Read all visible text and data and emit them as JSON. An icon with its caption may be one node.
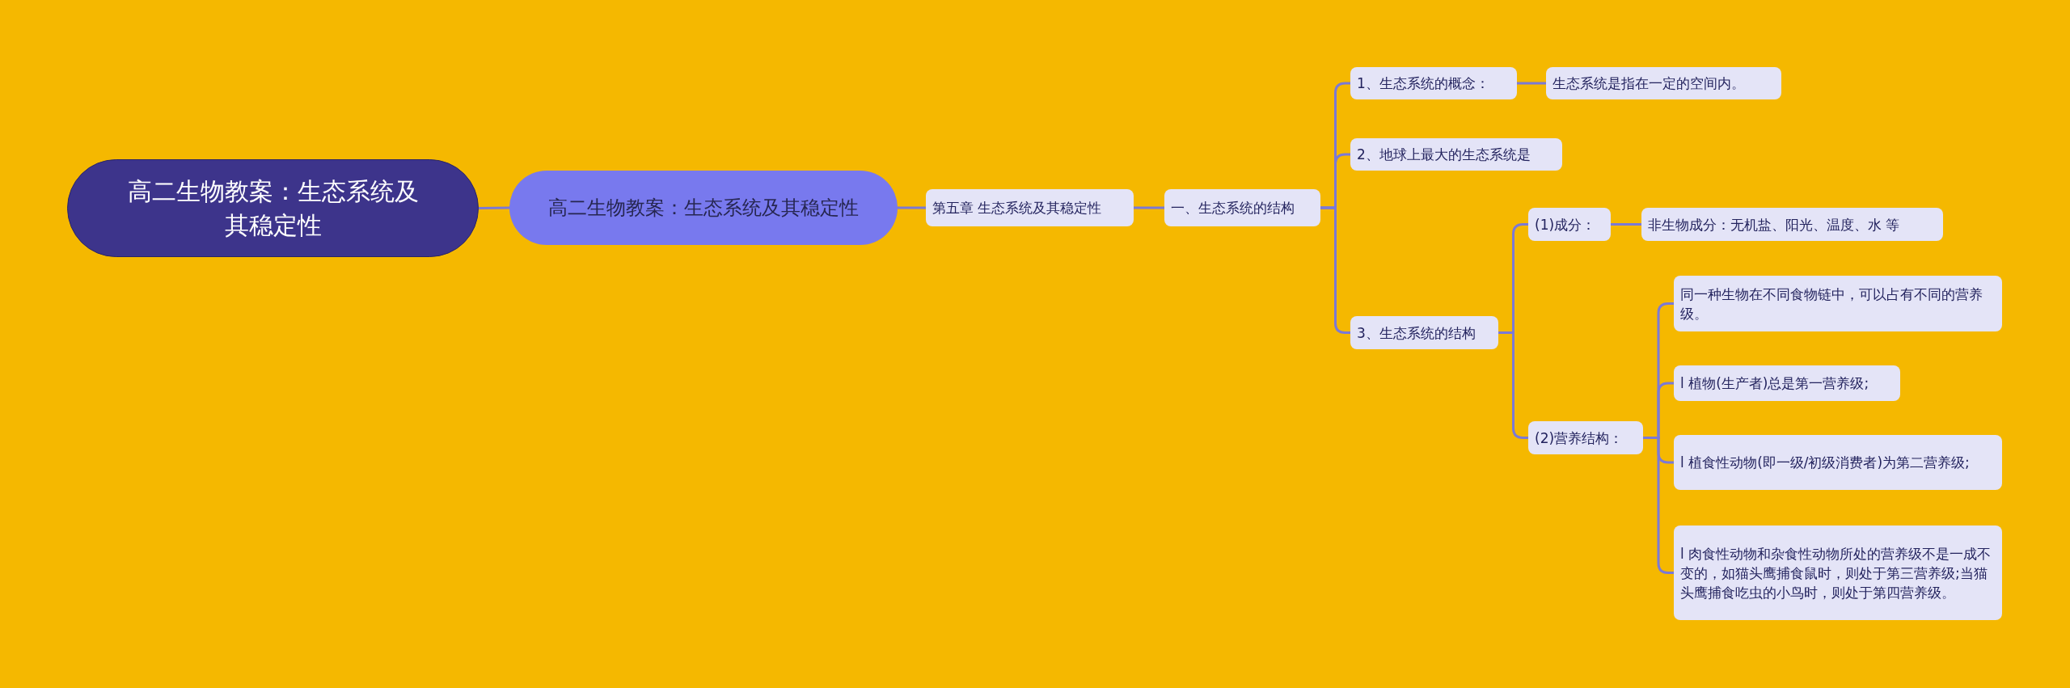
{
  "diagram": {
    "nodes": [
      {
        "text": [
          "高二生物教案：生态系统及其稳定性"
        ]
      },
      {
        "text": [
          "高二生物教案：生态系统及其稳定性"
        ]
      },
      {
        "text": [
          "第五章 生态系统及其稳定性"
        ]
      },
      {
        "text": [
          "一、生态系统的结构"
        ]
      },
      {
        "text": [
          "1、生态系统的概念："
        ]
      },
      {
        "text": [
          "生态系统是指在一定的空间内。"
        ]
      },
      {
        "text": [
          "2、地球上最大的生态系统是"
        ]
      },
      {
        "text": [
          "3、生态系统的结构"
        ]
      },
      {
        "text": [
          "(1)成分："
        ]
      },
      {
        "text": [
          "非生物成分：无机盐、阳光、温度、水 等"
        ]
      },
      {
        "text": [
          "(2)营养结构："
        ]
      },
      {
        "text": [
          "同一种生物在不同食物链中，可以占有不同的营养级。"
        ]
      },
      {
        "text": [
          "l 植物(生产者)总是第一营养级;"
        ]
      },
      {
        "text": [
          "l 植食性动物(即一级/初级消费者)为第二营养级;"
        ]
      },
      {
        "text": [
          "l 肉食性动物和杂食性动物所处的营养级不是一成不变的，如猫头鹰捕食鼠时，则处于第三营养级;当猫头鹰捕食吃虫的小鸟时，则处于第四营养级。"
        ]
      }
    ],
    "edges": [
      {
        "from": 0,
        "to": 1,
        "arrow": "none"
      },
      {
        "from": 1,
        "to": 2,
        "arrow": "none"
      },
      {
        "from": 2,
        "to": 3,
        "arrow": "none"
      },
      {
        "from": 3,
        "to": 4,
        "arrow": "none"
      },
      {
        "from": 4,
        "to": 5,
        "arrow": "none"
      },
      {
        "from": 3,
        "to": 6,
        "arrow": "none"
      },
      {
        "from": 3,
        "to": 7,
        "arrow": "none"
      },
      {
        "from": 7,
        "to": 8,
        "arrow": "none"
      },
      {
        "from": 8,
        "to": 9,
        "arrow": "none"
      },
      {
        "from": 7,
        "to": 10,
        "arrow": "none"
      },
      {
        "from": 10,
        "to": 11,
        "arrow": "none"
      },
      {
        "from": 10,
        "to": 12,
        "arrow": "none"
      },
      {
        "from": 10,
        "to": 13,
        "arrow": "none"
      },
      {
        "from": 10,
        "to": 14,
        "arrow": "none"
      }
    ]
  }
}
